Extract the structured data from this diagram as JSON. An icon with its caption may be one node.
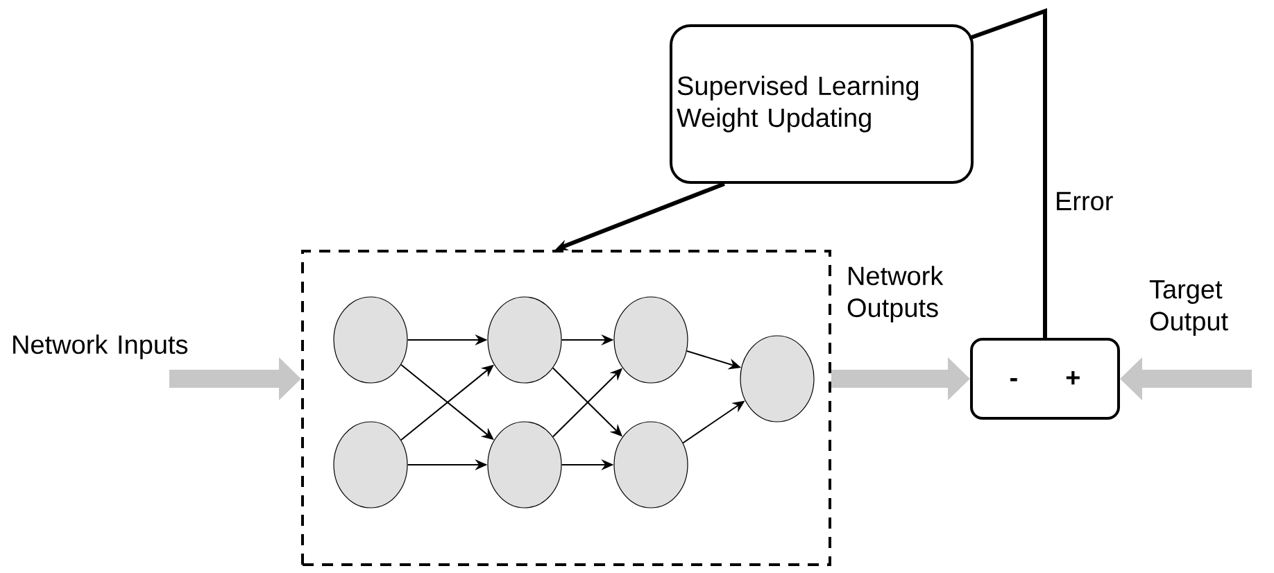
{
  "diagram": {
    "nodes": [
      {
        "text": [],
        "shape": "box"
      },
      {
        "text": [],
        "shape": "circle",
        "in": 0
      },
      {
        "text": [],
        "shape": "circle",
        "in": 0
      },
      {
        "text": [],
        "shape": "circle",
        "in": 0
      },
      {
        "text": [],
        "shape": "circle",
        "in": 0
      },
      {
        "text": [],
        "shape": "circle",
        "in": 0
      },
      {
        "text": [],
        "shape": "circle",
        "in": 0
      },
      {
        "text": [],
        "shape": "circle",
        "in": 0
      },
      {
        "text": [
          "Supervised Learning Weight Updating"
        ]
      },
      {
        "text": [
          "-",
          "+"
        ]
      }
    ],
    "edges": [
      {
        "from": null,
        "to": 0,
        "arrow": "to",
        "label": "Network Inputs",
        "style": "thick",
        "color": "#c7c7c7"
      },
      {
        "from": 1,
        "to": 3,
        "arrow": "to"
      },
      {
        "from": 1,
        "to": 4,
        "arrow": "to"
      },
      {
        "from": 2,
        "to": 3,
        "arrow": "to"
      },
      {
        "from": 2,
        "to": 4,
        "arrow": "to"
      },
      {
        "from": 3,
        "to": 5,
        "arrow": "to"
      },
      {
        "from": 3,
        "to": 6,
        "arrow": "to"
      },
      {
        "from": 4,
        "to": 5,
        "arrow": "to"
      },
      {
        "from": 4,
        "to": 6,
        "arrow": "to"
      },
      {
        "from": 5,
        "to": 7,
        "arrow": "to"
      },
      {
        "from": 6,
        "to": 7,
        "arrow": "to"
      },
      {
        "from": 0,
        "to": 9,
        "arrow": "to",
        "label": "Network Outputs",
        "style": "thick",
        "color": "#c7c7c7"
      },
      {
        "from": null,
        "to": 9,
        "arrow": "to",
        "label": "Target Output",
        "style": "thick",
        "color": "#c7c7c7"
      },
      {
        "from": 9,
        "to": 8,
        "arrow": "none",
        "label": "Error",
        "style": "thick"
      },
      {
        "from": 8,
        "to": 0,
        "arrow": "to",
        "style": "thick"
      }
    ]
  }
}
